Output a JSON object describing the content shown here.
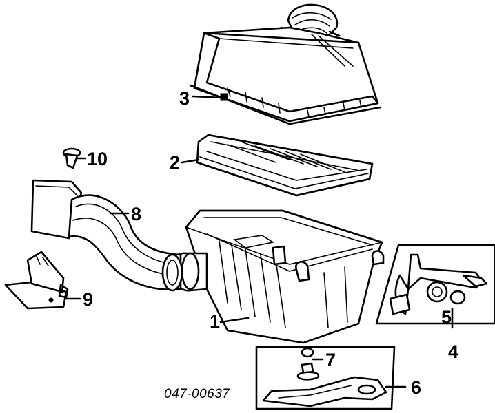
{
  "diagram": {
    "part_code": "047-00637",
    "callouts": [
      {
        "id": "c1",
        "label": "1"
      },
      {
        "id": "c2",
        "label": "2"
      },
      {
        "id": "c3",
        "label": "3"
      },
      {
        "id": "c4",
        "label": "4"
      },
      {
        "id": "c5",
        "label": "5"
      },
      {
        "id": "c6",
        "label": "6"
      },
      {
        "id": "c7",
        "label": "7"
      },
      {
        "id": "c8",
        "label": "8"
      },
      {
        "id": "c9",
        "label": "9"
      },
      {
        "id": "c10",
        "label": "10"
      }
    ]
  }
}
